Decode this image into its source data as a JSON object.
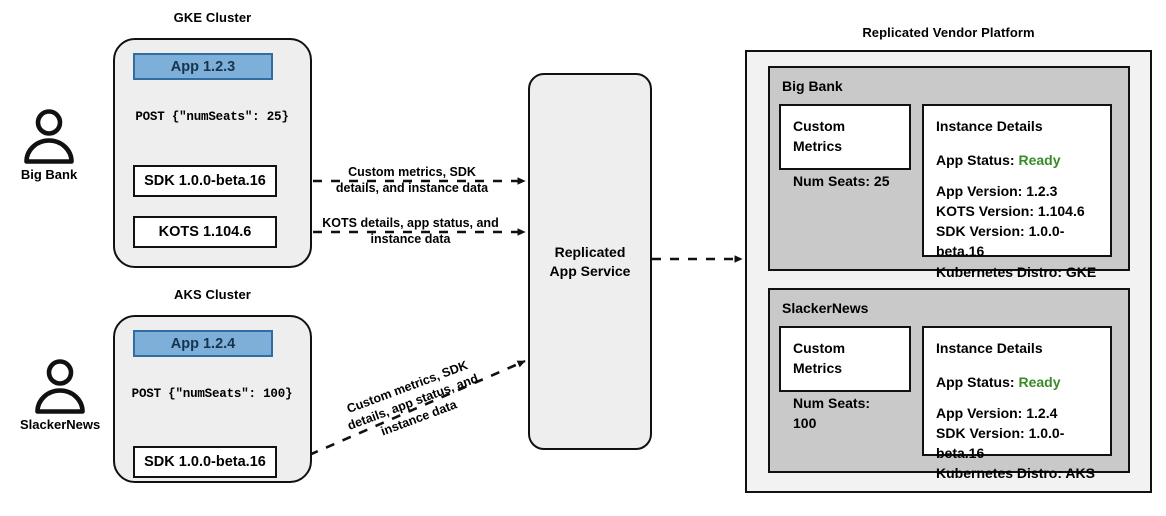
{
  "diagram": {
    "titles": {
      "gke_cluster": "GKE Cluster",
      "aks_cluster": "AKS Cluster",
      "platform": "Replicated Vendor Platform"
    },
    "actors": [
      {
        "name": "Big Bank",
        "icon": "user-icon"
      },
      {
        "name": "SlackerNews",
        "icon": "user-icon"
      }
    ],
    "gke_cluster": {
      "app": "App 1.2.3",
      "payload": "POST {\"numSeats\": 25}",
      "sdk": "SDK 1.0.0-beta.16",
      "kots": "KOTS 1.104.6"
    },
    "aks_cluster": {
      "app": "App 1.2.4",
      "payload": "POST {\"numSeats\": 100}",
      "sdk": "SDK 1.0.0-beta.16"
    },
    "service": "Replicated\nApp Service",
    "edge_labels": {
      "sdk_to_service": "Custom metrics, SDK\ndetails, and instance data",
      "kots_to_service": "KOTS details, app status, and\ninstance data",
      "aks_to_service": "Custom metrics, SDK\ndetails, app status, and\ninstance data"
    },
    "tenants": [
      {
        "name": "Big Bank",
        "custom_metrics": {
          "header": "Custom Metrics",
          "rows": [
            "Num Seats: 25"
          ]
        },
        "instance_details": {
          "header": "Instance Details",
          "status_label": "App Status:",
          "status_value": "Ready",
          "rows": [
            "App Version: 1.2.3",
            "KOTS Version: 1.104.6",
            "SDK Version: 1.0.0-beta.16",
            "Kubernetes Distro: GKE"
          ]
        }
      },
      {
        "name": "SlackerNews",
        "custom_metrics": {
          "header": "Custom Metrics",
          "rows": [
            "Num Seats: 100"
          ]
        },
        "instance_details": {
          "header": "Instance Details",
          "status_label": "App Status:",
          "status_value": "Ready",
          "rows": [
            "App Version: 1.2.4",
            "SDK Version: 1.0.0-beta.16",
            "Kubernetes Distro: AKS"
          ]
        }
      }
    ],
    "colors": {
      "app_fill": "#7eafd9",
      "app_border": "#2f6da3",
      "cluster_fill": "#eeeeee",
      "tenant_fill": "#c9c9c9",
      "platform_fill": "#f2f2f2",
      "ready_green": "#3a8a28",
      "stroke": "#111111"
    }
  }
}
